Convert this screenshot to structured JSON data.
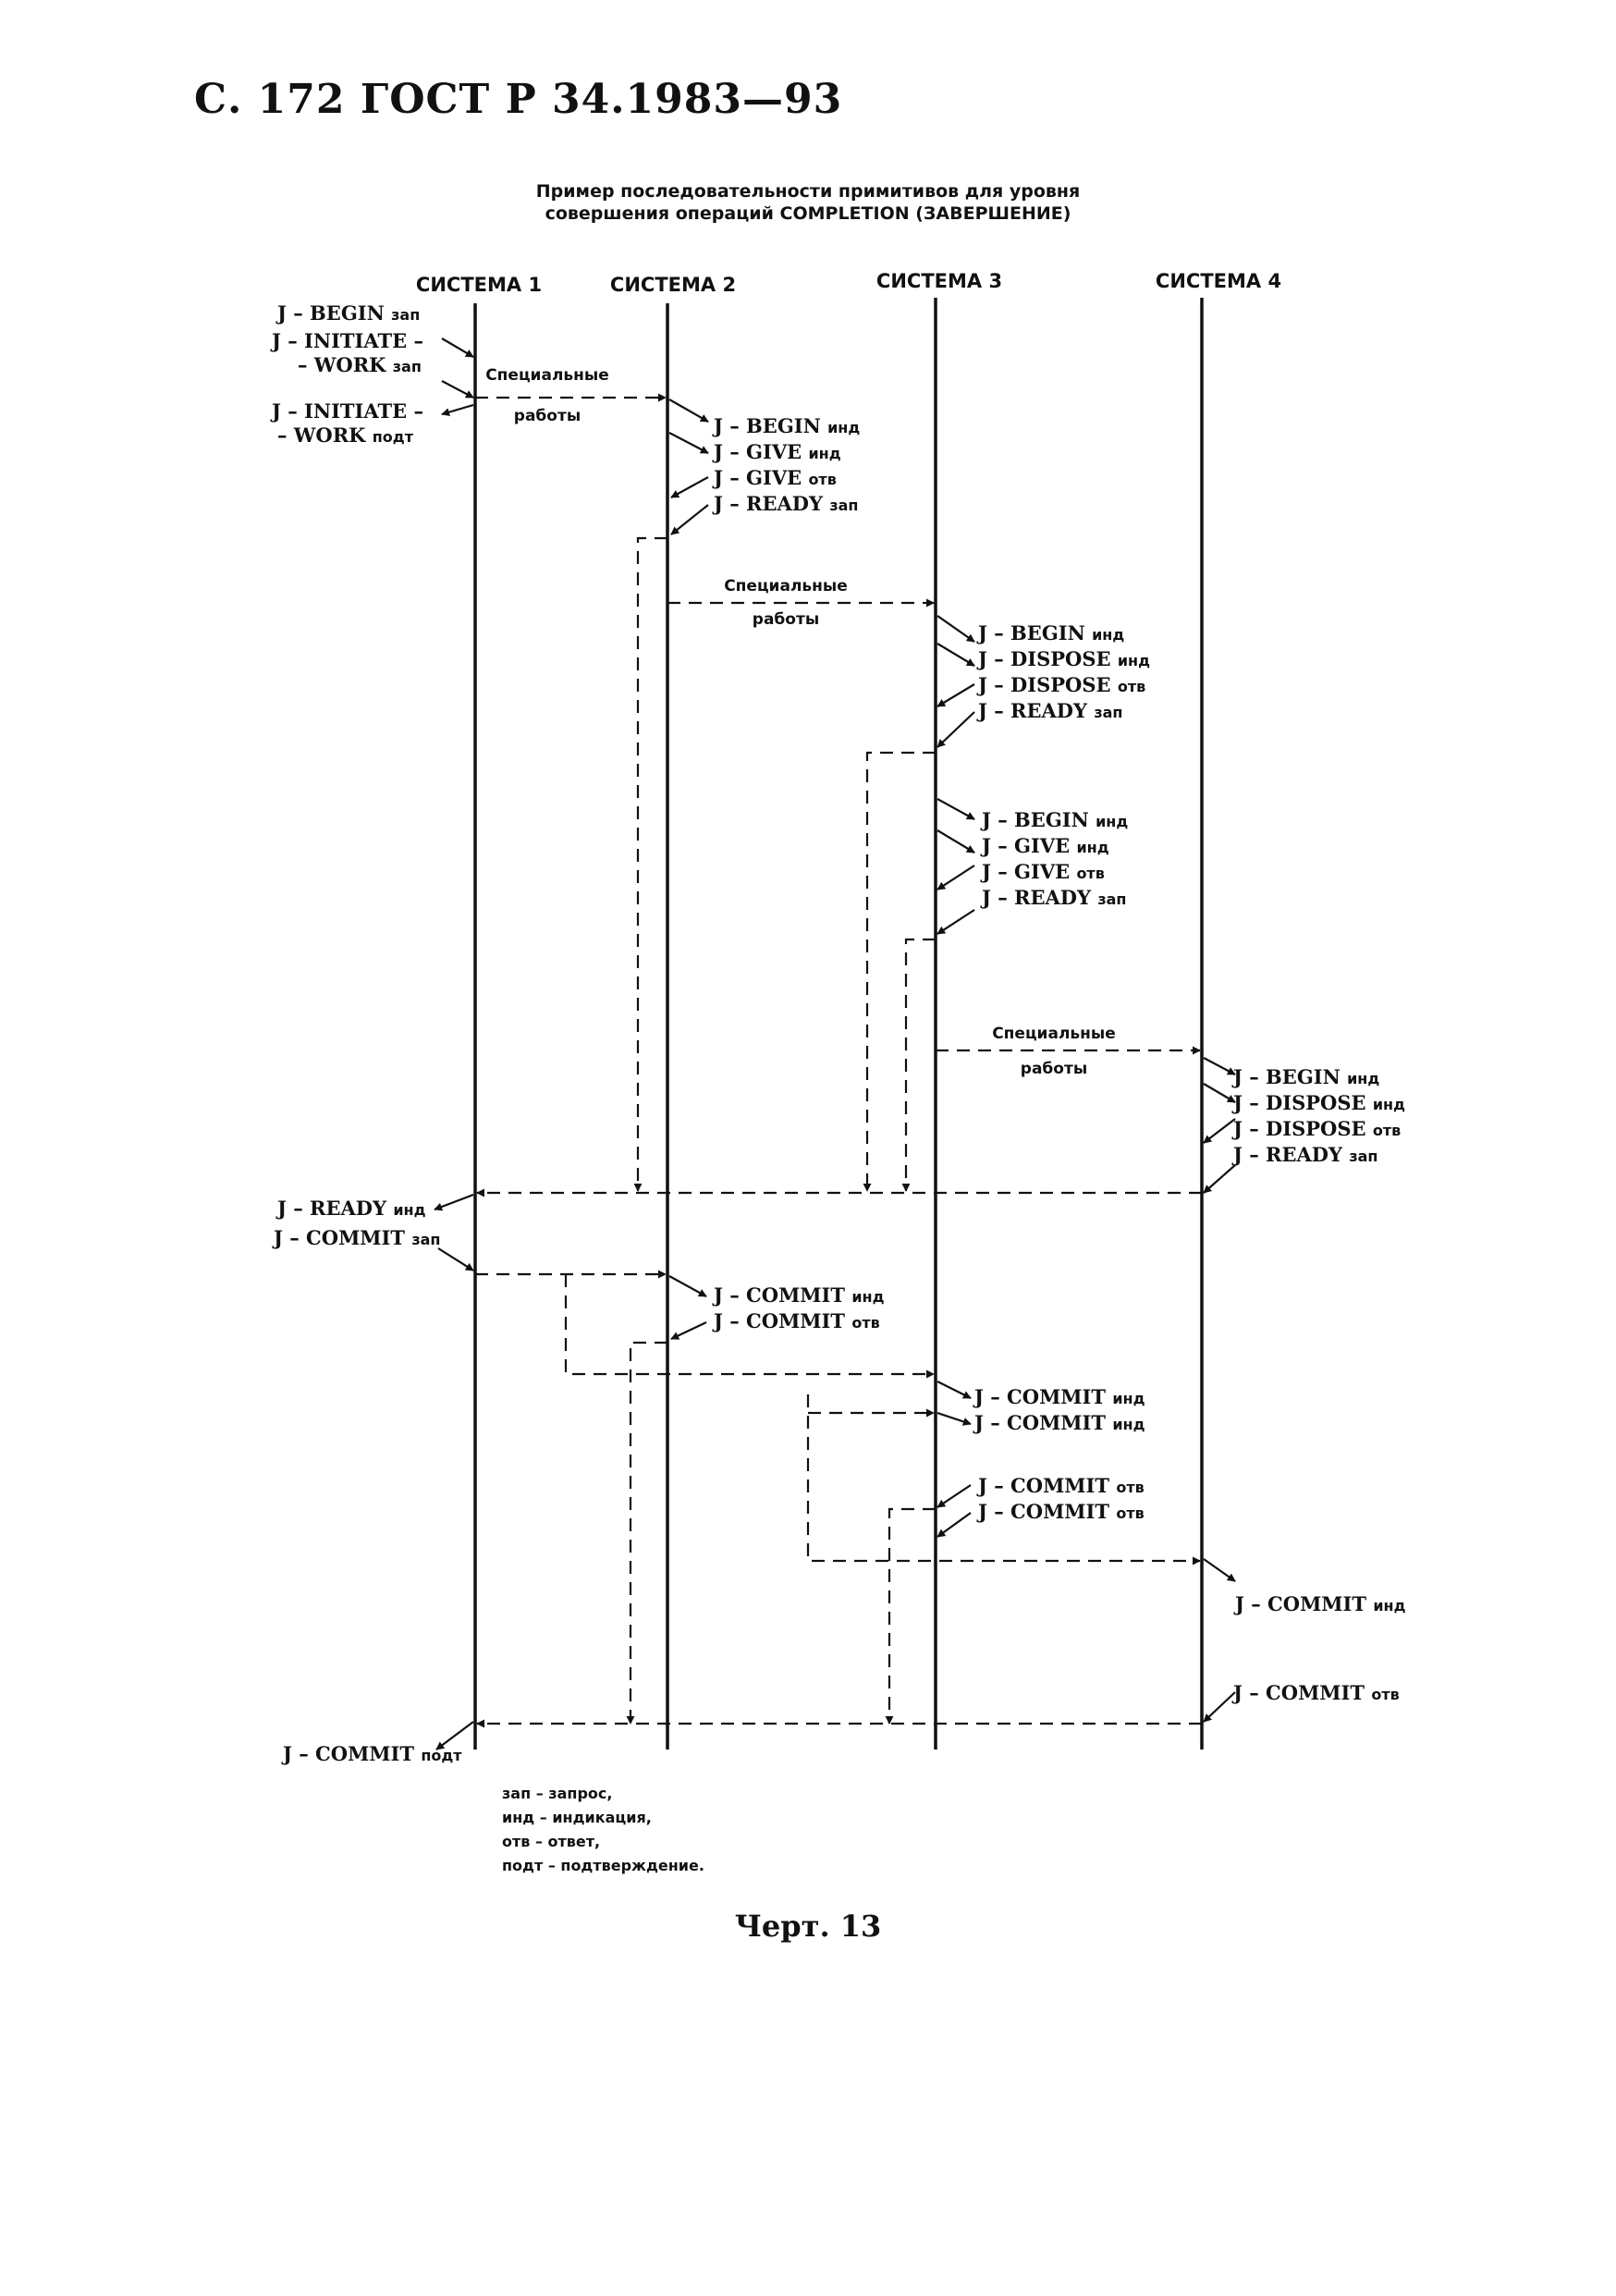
{
  "header": "С. 172 ГОСТ Р 34.1983—93",
  "caption": {
    "line1": "Пример последовательности примитивов для уровня",
    "line2": "совершения операций COMPLETION (ЗАВЕРШЕНИЕ)"
  },
  "systems": [
    "СИСТЕМА 1",
    "СИСТЕМА 2",
    "СИСТЕМА 3",
    "СИСТЕМА 4"
  ],
  "special_work": {
    "line1": "Специальные",
    "line2": "работы"
  },
  "labels": {
    "s1_begin": {
      "name": "J – BEGIN",
      "kind": "зап"
    },
    "s1_initiate_req_1": {
      "name": "J – INITIATE –",
      "kind": ""
    },
    "s1_initiate_req_2": {
      "name": "– WORK",
      "kind": "зап"
    },
    "s1_initiate_conf_1": {
      "name": "J – INITIATE –",
      "kind": ""
    },
    "s1_initiate_conf_2": {
      "name": "– WORK",
      "kind": "подт"
    },
    "s2_begin": {
      "name": "J – BEGIN",
      "kind": "инд"
    },
    "s2_give_ind": {
      "name": "J – GIVE",
      "kind": "инд"
    },
    "s2_give_resp": {
      "name": "J – GIVE",
      "kind": "отв"
    },
    "s2_ready": {
      "name": "J – READY",
      "kind": "зап"
    },
    "s3a_begin": {
      "name": "J – BEGIN",
      "kind": "инд"
    },
    "s3a_dispose_ind": {
      "name": "J – DISPOSE",
      "kind": "инд"
    },
    "s3a_dispose_resp": {
      "name": "J – DISPOSE",
      "kind": "отв"
    },
    "s3a_ready": {
      "name": "J – READY",
      "kind": "зап"
    },
    "s3b_begin": {
      "name": "J – BEGIN",
      "kind": "инд"
    },
    "s3b_give_ind": {
      "name": "J – GIVE",
      "kind": "инд"
    },
    "s3b_give_resp": {
      "name": "J – GIVE",
      "kind": "отв"
    },
    "s3b_ready": {
      "name": "J – READY",
      "kind": "зап"
    },
    "s4_begin": {
      "name": "J – BEGIN",
      "kind": "инд"
    },
    "s4_dispose_ind": {
      "name": "J – DISPOSE",
      "kind": "инд"
    },
    "s4_dispose_resp": {
      "name": "J – DISPOSE",
      "kind": "отв"
    },
    "s4_ready": {
      "name": "J – READY",
      "kind": "зап"
    },
    "s1_ready_ind": {
      "name": "J – READY",
      "kind": "инд"
    },
    "s1_commit_req": {
      "name": "J – COMMIT",
      "kind": "зап"
    },
    "s2_commit_ind": {
      "name": "J – COMMIT",
      "kind": "инд"
    },
    "s2_commit_resp": {
      "name": "J – COMMIT",
      "kind": "отв"
    },
    "s3_commit_ind_1": {
      "name": "J – COMMIT",
      "kind": "инд"
    },
    "s3_commit_ind_2": {
      "name": "J – COMMIT",
      "kind": "инд"
    },
    "s3_commit_resp_1": {
      "name": "J – COMMIT",
      "kind": "отв"
    },
    "s3_commit_resp_2": {
      "name": "J – COMMIT",
      "kind": "отв"
    },
    "s4_commit_ind": {
      "name": "J – COMMIT",
      "kind": "инд"
    },
    "s4_commit_resp": {
      "name": "J – COMMIT",
      "kind": "отв"
    },
    "s1_commit_conf": {
      "name": "J – COMMIT",
      "kind": "подт"
    }
  },
  "legend": [
    "зап – запрос,",
    "инд – индикация,",
    "отв – ответ,",
    "подт – подтверждение."
  ],
  "figure_label": "Черт. 13"
}
